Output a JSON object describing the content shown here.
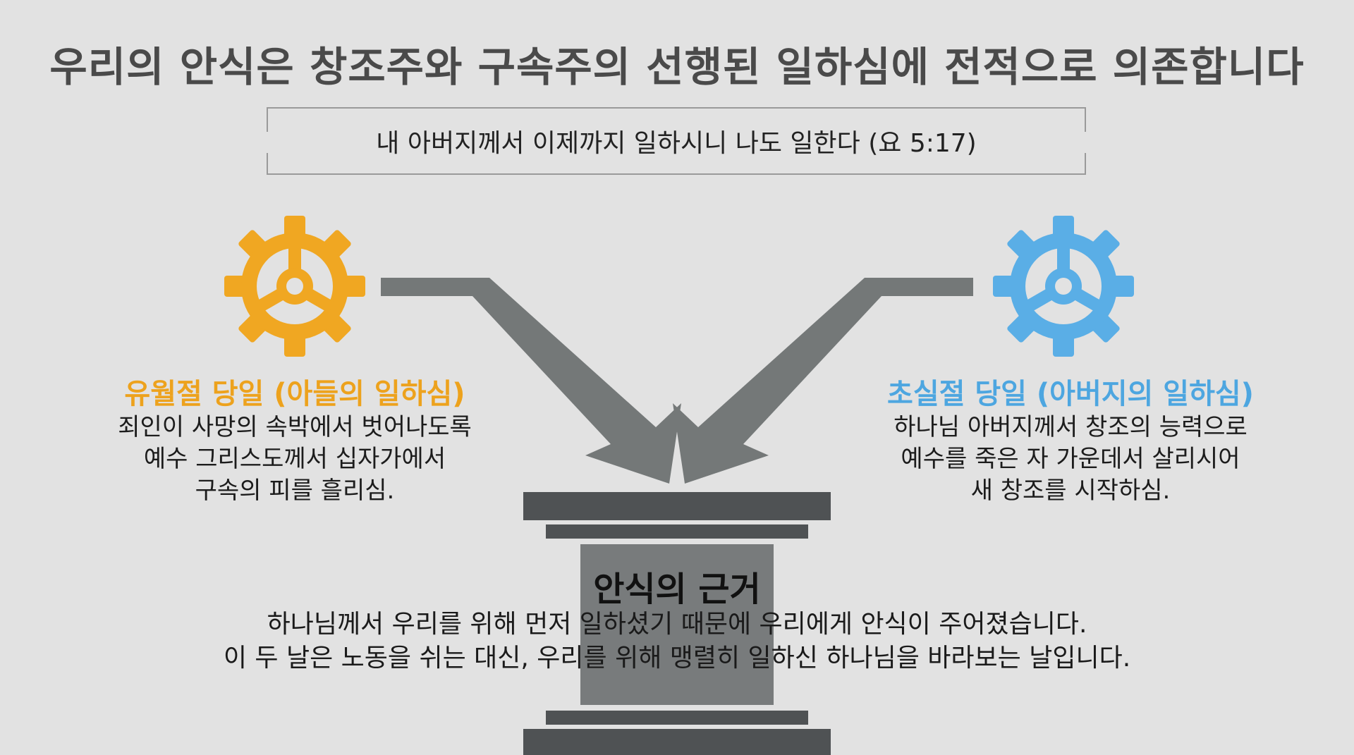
{
  "title": "우리의 안식은 창조주와 구속주의 선행된 일하심에 전적으로 의존합니다",
  "quote": "내 아버지께서 이제까지 일하시니 나도 일한다 (요 5:17)",
  "left": {
    "title": "유월절 당일 (아들의 일하심)",
    "desc_lines": [
      "죄인이 사망의 속박에서 벗어나도록",
      "예수 그리스도께서 십자가에서",
      "구속의 피를 흘리심."
    ],
    "color": "#f0a722",
    "icon": "gear-icon"
  },
  "right": {
    "title": "초실절 당일 (아버지의 일하심)",
    "desc_lines": [
      "하나님 아버지께서 창조의 능력으로",
      "예수를 죽은 자 가운데서 살리시어",
      "새 창조를 시작하심."
    ],
    "color": "#5aaee6",
    "icon": "gear-icon"
  },
  "base": {
    "title": "안식의 근거",
    "desc_lines": [
      "하나님께서 우리를 위해 먼저 일하셨기 때문에 우리에게 안식이 주어졌습니다.",
      "이 두 날은 노동을 쉬는 대신, 우리를 위해 맹렬히 일하신 하나님을 바라보는 날입니다."
    ]
  },
  "colors": {
    "background": "#e2e2e2",
    "arrow": "#747878",
    "pedestal_dark": "#4f5254",
    "pedestal_mid": "#787b7c"
  }
}
